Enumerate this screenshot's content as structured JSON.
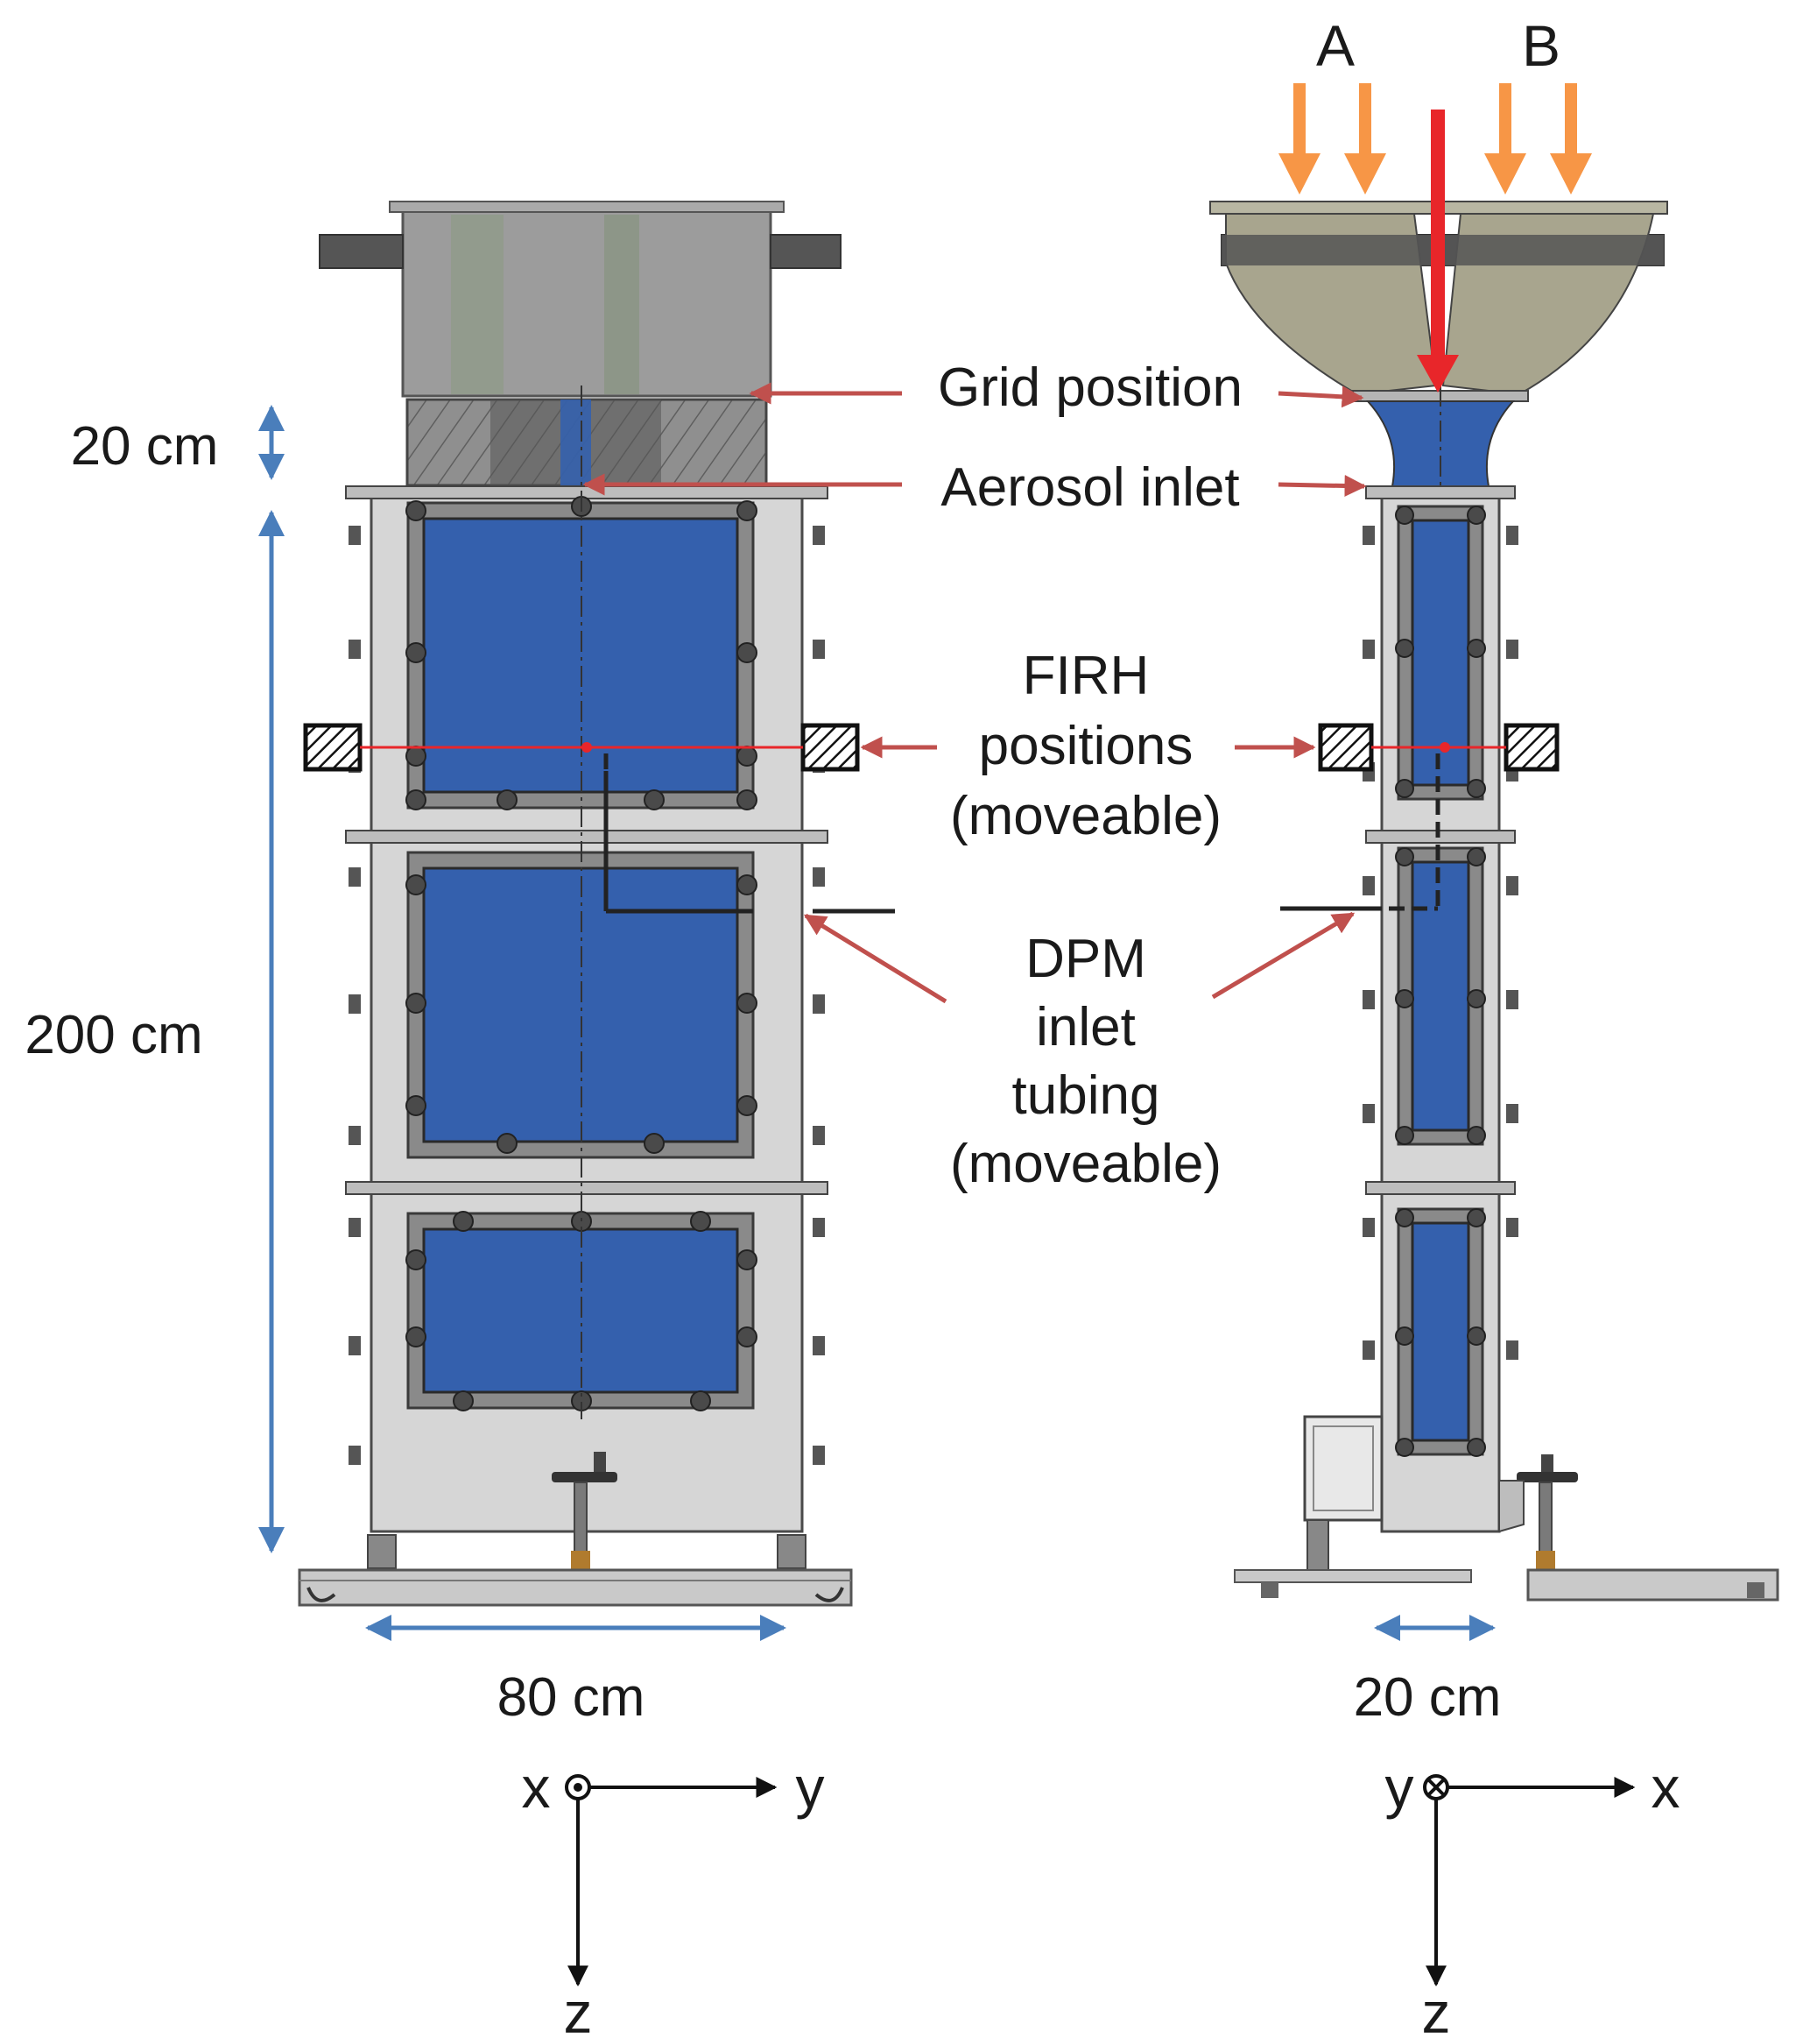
{
  "labels": {
    "grid_position": "Grid position",
    "aerosol_inlet": "Aerosol inlet",
    "firh_line1": "FIRH",
    "firh_line2": "positions",
    "firh_line3": "(moveable)",
    "dpm_line1": "DPM",
    "dpm_line2": "inlet",
    "dpm_line3": "tubing",
    "dpm_line4": "(moveable)"
  },
  "dimensions": {
    "top_section_height": "20 cm",
    "column_height": "200 cm",
    "front_width": "80 cm",
    "side_width": "20 cm"
  },
  "inlets": {
    "a": "A",
    "b": "B"
  },
  "axes_front": {
    "out": "x",
    "horizontal": "y",
    "vertical": "z"
  },
  "axes_side": {
    "out": "y",
    "horizontal": "x",
    "vertical": "z"
  },
  "colors": {
    "window_blue": "#3460ad",
    "frame_gray": "#d6d6d6",
    "annotation_red": "#c0504d",
    "flow_orange": "#f79646",
    "flow_red": "#e8262a",
    "dimension_blue": "#4a7ebb",
    "funnel_khaki": "#a8a58e"
  }
}
